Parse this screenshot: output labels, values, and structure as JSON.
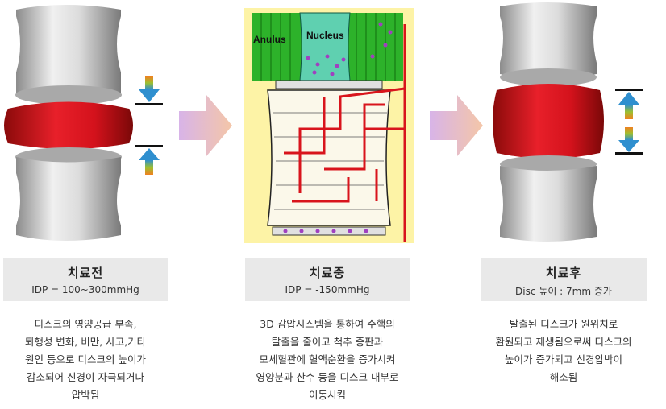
{
  "panels": [
    {
      "title": "치료전",
      "subtitle": "IDP = 100~300mmHg",
      "desc": [
        "디스크의 영양공급 부족,",
        "퇴행성 변화, 비만, 사고,기타",
        "원인 등으로 디스크의 높이가",
        "감소되어 신경이 자극되거나",
        "압박됨"
      ]
    },
    {
      "title": "치료중",
      "subtitle": "IDP = -150mmHg",
      "desc": [
        "3D 감압시스템을 통하여 수핵의",
        "탈출을 줄이고 척추 종판과",
        "모세혈관에 혈액순환을 증가시켜",
        "영양분과 산수 등을 디스크 내부로",
        "이동시킴"
      ]
    },
    {
      "title": "치료후",
      "subtitle": "Disc 높이 : 7mm 증가",
      "desc": [
        "탈출된 디스크가 원위치로",
        "환원되고 재생됨으로써 디스크의",
        "높이가 증가되고 신경압박이",
        "해소됨"
      ]
    }
  ],
  "diagram_labels": {
    "anulus": "Anulus",
    "nucleus": "Nucleus"
  }
}
